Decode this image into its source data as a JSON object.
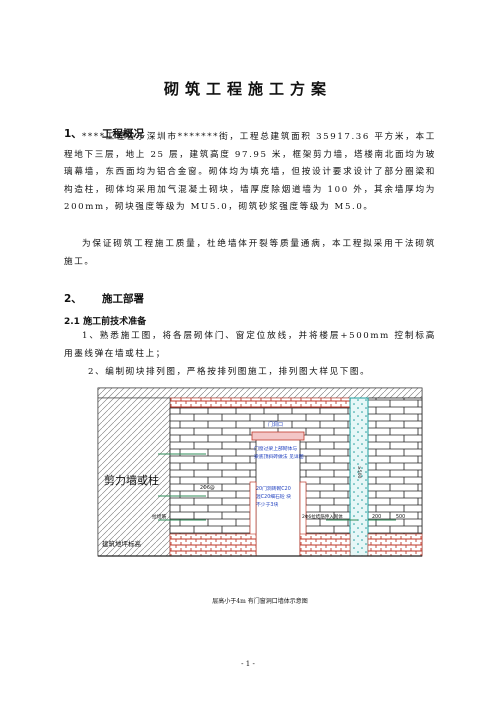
{
  "doc": {
    "title": "砌筑工程施工方案",
    "section1": {
      "num": "1、",
      "title": "工程概况"
    },
    "para1": "****工程位于深圳市*******街，工程总建筑面积 35917.36 平方米，本工程地下三层，地上 25 层，建筑高度 97.95 米，框架剪力墙，塔楼南北面均为玻璃幕墙，东西面均为铝合金窗。砌体均为填充墙，但按设计要求设计了部分圈梁和构造柱，砌体均采用加气混凝土砌块，墙厚度除烟道墙为 100 外，其余墙厚均为 200mm，砌块强度等级为 MU5.0，砌筑砂浆强度等级为 M5.0。",
    "para2": "为保证砌筑工程施工质量，杜绝墙体开裂等质量通病，本工程拟采用干法砌筑施工。",
    "section2": {
      "num": "2、",
      "title": "施工部署"
    },
    "sub21": "2.1 施工前技术准备",
    "para3": "1、熟悉施工图，将各层砌体门、窗定位放线，并将楼层+500mm 控制标高用墨线弹在墙或柱上；",
    "para4": "2、编制砌块排列图，严格按排列图施工，排列图大样见下图。",
    "page_number": "- 1 -"
  },
  "figure": {
    "shear_wall_label": "剪力墙或柱",
    "floor_label": "建筑地坪标高",
    "door_label": "门洞口",
    "lintel_note": "门窗过梁上部砌体与",
    "lintel_note2": "梁底顶斜砖做法 见详图",
    "frame_note": "20门洞砖砌C20",
    "post_note": "混C20细石砼 块",
    "post_note2": "不少于3块",
    "tie_label1": "2Φ6@",
    "tie_label2": "拉结筋",
    "tie_label3": "2Φ6拉结筋伸入砌体",
    "tie_label4": "200",
    "tie_label5": "500",
    "side_label": "≥500",
    "caption": "层高小于4m 有门窗洞口墙体示意图"
  }
}
